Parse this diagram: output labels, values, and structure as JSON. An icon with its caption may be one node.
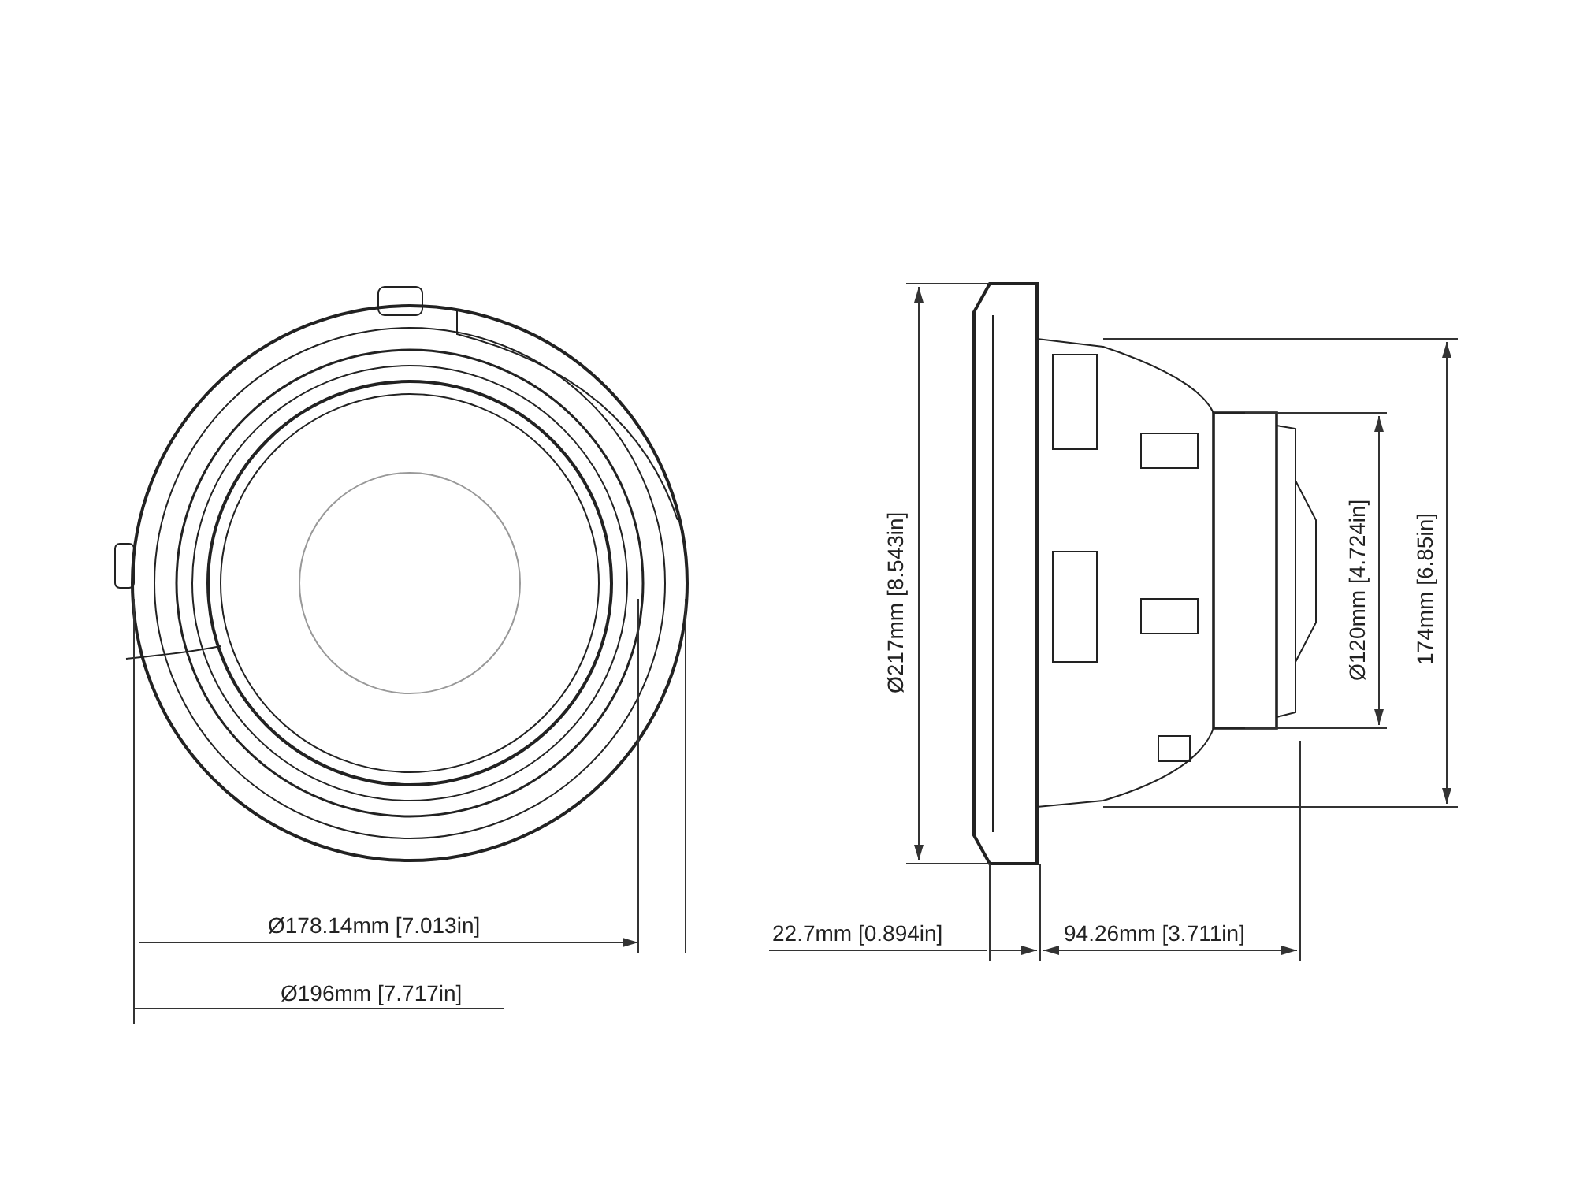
{
  "diagram": {
    "labels": [
      "Ø217mm [8.543in]",
      "Ø120mm [4.724in]",
      "174mm [6.85in]",
      "Ø178.14mm [7.013in]",
      "22.7mm [0.894in]",
      "94.26mm [3.711in]",
      "Ø196mm [7.717in]"
    ]
  }
}
